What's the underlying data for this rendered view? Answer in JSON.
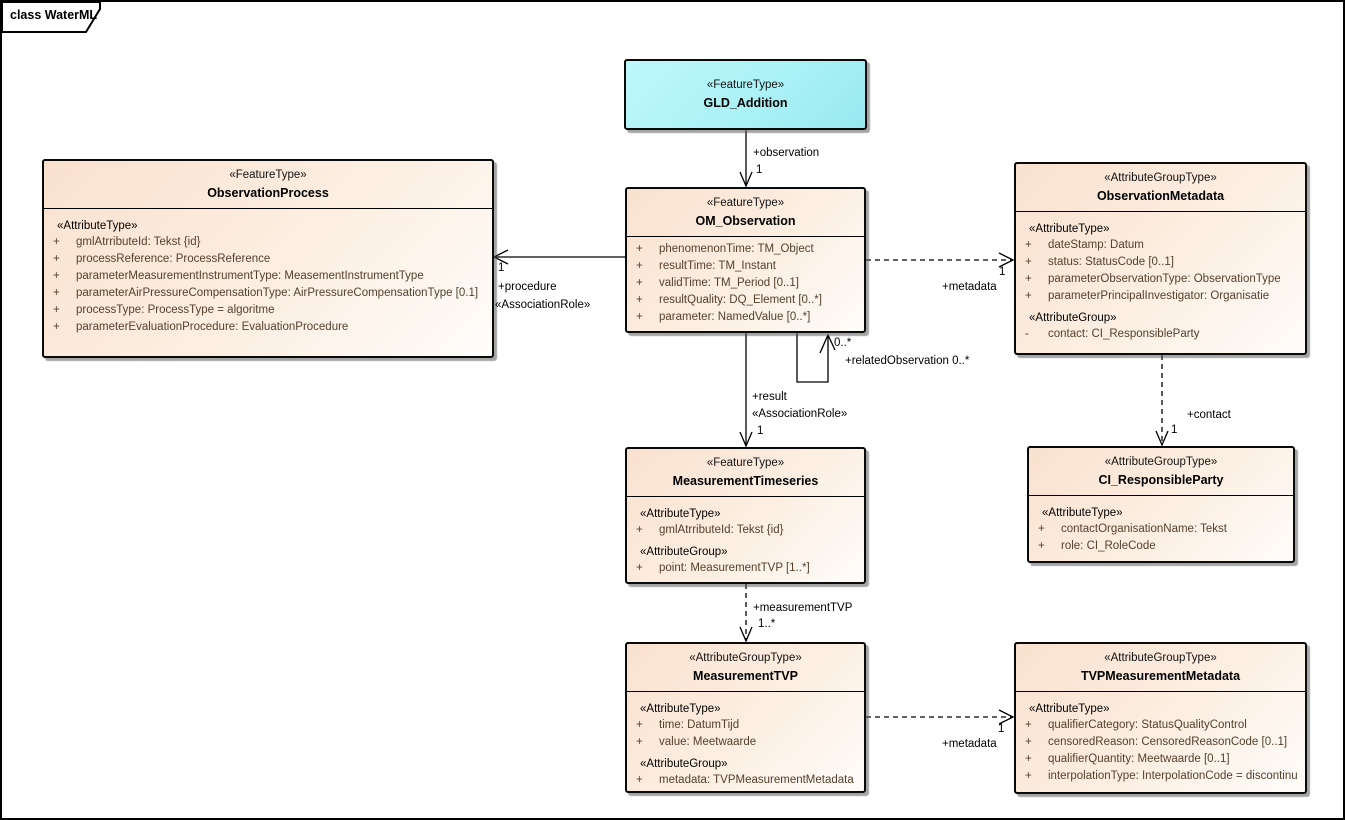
{
  "frame": {
    "label": "class WaterML"
  },
  "colors": {
    "class_fill": "#fae1cf",
    "feature_highlight_fill": "#aef3f8",
    "attribute_text": "#55402c",
    "line": "#000000"
  },
  "classes": {
    "gld_addition": {
      "stereotype": "«FeatureType»",
      "name": "GLD_Addition"
    },
    "observation_process": {
      "stereotype": "«FeatureType»",
      "name": "ObservationProcess",
      "at_header": "«AttributeType»",
      "attrs": [
        {
          "vis": "+",
          "text": "gmlAtrributeId: Tekst {id}"
        },
        {
          "vis": "+",
          "text": "processReference: ProcessReference"
        },
        {
          "vis": "+",
          "text": "parameterMeasurementInstrumentType: MeasementInstrumentType"
        },
        {
          "vis": "+",
          "text": "parameterAirPressureCompensationType: AirPressureCompensationType [0.1]"
        },
        {
          "vis": "+",
          "text": "processType: ProcessType = algoritme"
        },
        {
          "vis": "+",
          "text": "parameterEvaluationProcedure: EvaluationProcedure"
        }
      ]
    },
    "om_observation": {
      "stereotype": "«FeatureType»",
      "name": "OM_Observation",
      "attrs": [
        {
          "vis": "+",
          "text": "phenomenonTime: TM_Object"
        },
        {
          "vis": "+",
          "text": "resultTime: TM_Instant"
        },
        {
          "vis": "+",
          "text": "validTime: TM_Period [0..1]"
        },
        {
          "vis": "+",
          "text": "resultQuality: DQ_Element [0..*]"
        },
        {
          "vis": "+",
          "text": "parameter: NamedValue [0..*]"
        }
      ]
    },
    "observation_metadata": {
      "stereotype": "«AttributeGroupType»",
      "name": "ObservationMetadata",
      "at_header": "«AttributeType»",
      "attrs": [
        {
          "vis": "+",
          "text": "dateStamp: Datum"
        },
        {
          "vis": "+",
          "text": "status: StatusCode [0..1]"
        },
        {
          "vis": "+",
          "text": "parameterObservationType: ObservationType"
        },
        {
          "vis": "+",
          "text": "parameterPrincipalInvestigator: Organisatie"
        }
      ],
      "ag_header": "«AttributeGroup»",
      "group_attrs": [
        {
          "vis": "-",
          "text": "contact: CI_ResponsibleParty"
        }
      ]
    },
    "measurement_timeseries": {
      "stereotype": "«FeatureType»",
      "name": "MeasurementTimeseries",
      "at_header": "«AttributeType»",
      "attrs": [
        {
          "vis": "+",
          "text": "gmlAtrributeId: Tekst {id}"
        }
      ],
      "ag_header": "«AttributeGroup»",
      "group_attrs": [
        {
          "vis": "+",
          "text": "point: MeasurementTVP [1..*]"
        }
      ]
    },
    "ci_responsible_party": {
      "stereotype": "«AttributeGroupType»",
      "name": "CI_ResponsibleParty",
      "at_header": "«AttributeType»",
      "attrs": [
        {
          "vis": "+",
          "text": "contactOrganisationName: Tekst"
        },
        {
          "vis": "+",
          "text": "role: CI_RoleCode"
        }
      ]
    },
    "measurement_tvp": {
      "stereotype": "«AttributeGroupType»",
      "name": "MeasurementTVP",
      "at_header": "«AttributeType»",
      "attrs": [
        {
          "vis": "+",
          "text": "time: DatumTijd"
        },
        {
          "vis": "+",
          "text": "value: Meetwaarde"
        }
      ],
      "ag_header": "«AttributeGroup»",
      "group_attrs": [
        {
          "vis": "+",
          "text": "metadata: TVPMeasurementMetadata"
        }
      ]
    },
    "tvp_measurement_metadata": {
      "stereotype": "«AttributeGroupType»",
      "name": "TVPMeasurementMetadata",
      "at_header": "«AttributeType»",
      "attrs": [
        {
          "vis": "+",
          "text": "qualifierCategory: StatusQualityControl"
        },
        {
          "vis": "+",
          "text": "censoredReason: CensoredReasonCode [0..1]"
        },
        {
          "vis": "+",
          "text": "qualifierQuantity: Meetwaarde [0..1]"
        },
        {
          "vis": "+",
          "text": "interpolationType: InterpolationCode = discontinu"
        }
      ]
    }
  },
  "labels": {
    "observation_role": "+observation",
    "observation_mult": "1",
    "procedure_mult": "1",
    "procedure_role": "+procedure",
    "procedure_stereo": "«AssociationRole»",
    "metadata1_mult": "1",
    "metadata1_role": "+metadata",
    "related_mult": "0..*",
    "related_role": "+relatedObservation 0..*",
    "result_role": "+result",
    "result_stereo": "«AssociationRole»",
    "result_mult": "1",
    "mtvp_role": "+measurementTVP",
    "mtvp_mult": "1..*",
    "contact_role": "+contact",
    "contact_mult": "1",
    "metadata2_mult": "1",
    "metadata2_role": "+metadata"
  }
}
